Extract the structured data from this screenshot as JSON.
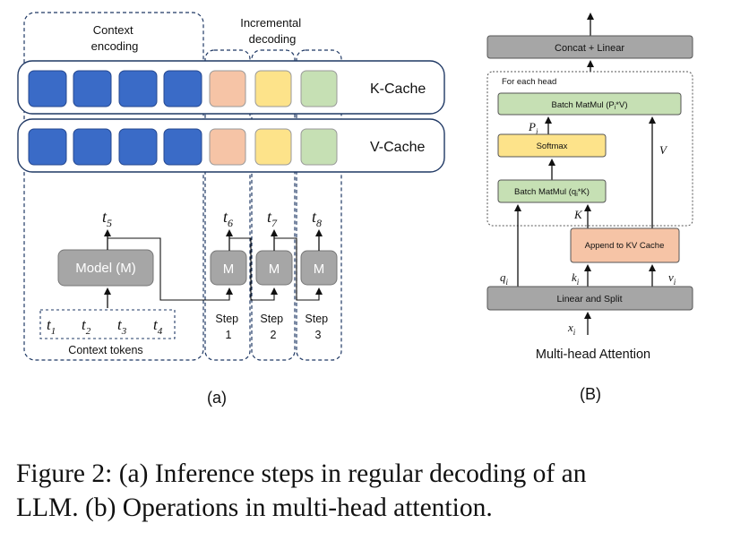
{
  "panel_a": {
    "context_label": [
      "Context",
      "encoding"
    ],
    "incremental_label": [
      "Incremental",
      "decoding"
    ],
    "k_cache_label": "K-Cache",
    "v_cache_label": "V-Cache",
    "model_label": "Model (M)",
    "step_model_label": "M",
    "context_tokens_label": "Context tokens",
    "tokens": {
      "t1": "t",
      "t1_sub": "1",
      "t2": "t",
      "t2_sub": "2",
      "t3": "t",
      "t3_sub": "3",
      "t4": "t",
      "t4_sub": "4",
      "t5": "t",
      "t5_sub": "5",
      "t6": "t",
      "t6_sub": "6",
      "t7": "t",
      "t7_sub": "7",
      "t8": "t",
      "t8_sub": "8"
    },
    "steps": [
      [
        "Step",
        "1"
      ],
      [
        "Step",
        "2"
      ],
      [
        "Step",
        "3"
      ]
    ],
    "panel_label": "(a)",
    "colors": {
      "context_cache": "#3a6bc7",
      "step1_cache": "#f6c4a6",
      "step2_cache": "#fde38a",
      "step3_cache": "#c6e0b4",
      "model_box": "#a6a6a6"
    }
  },
  "panel_b": {
    "concat_label": "Concat + Linear",
    "for_each_head_label": "For each head",
    "batch_matmul_pv_label": "Batch MatMul (P",
    "batch_matmul_pv_sub": "i",
    "batch_matmul_pv_tail": "*V)",
    "softmax_label": "Softmax",
    "batch_matmul_qk_label": "Batch MatMul (q",
    "batch_matmul_qk_sub": "i",
    "batch_matmul_qk_tail": "*K)",
    "append_label": "Append to KV Cache",
    "linear_split_label": "Linear and Split",
    "p_label": "P",
    "p_sub": "i",
    "v_label": "V",
    "k_label": "K",
    "q_label": "q",
    "q_sub": "i",
    "ki_label": "k",
    "ki_sub": "i",
    "vi_label": "v",
    "vi_sub": "i",
    "x_label": "x",
    "x_sub": "i",
    "title": "Multi-head Attention",
    "panel_label": "(B)",
    "colors": {
      "gray_box": "#a6a6a6",
      "green_box": "#c6e0b4",
      "yellow_box": "#fde38a",
      "orange_box": "#f6c4a6"
    }
  },
  "caption": {
    "line1": "Figure 2: (a) Inference steps in regular decoding of an",
    "line2": "LLM. (b) Operations in multi-head attention."
  }
}
